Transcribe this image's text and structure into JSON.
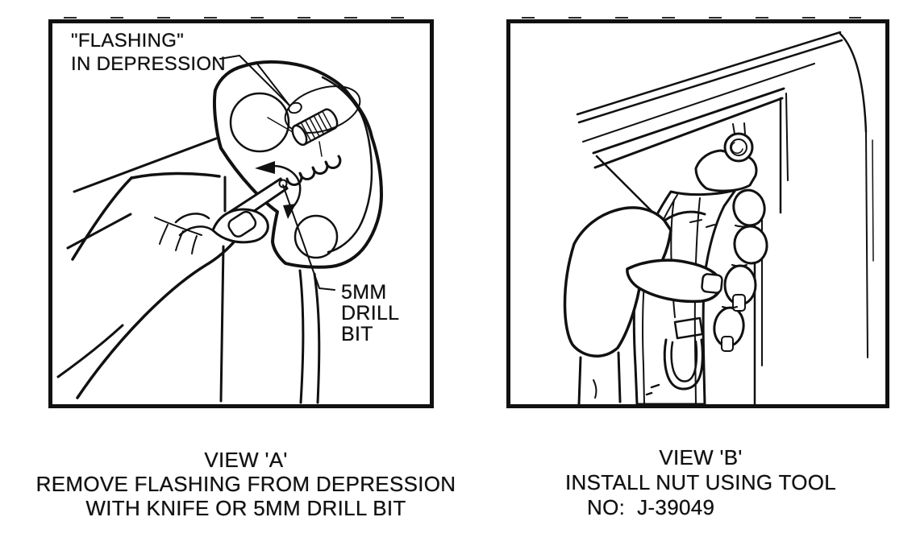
{
  "page": {
    "background": "#ffffff",
    "ink": "#111111",
    "description": "Service manual figure: two line-art views"
  },
  "view_a": {
    "annotations": {
      "flashing_label_line1": "\"FLASHING\"",
      "flashing_label_line2": "IN DEPRESSION",
      "drill_label_line1": "5MM",
      "drill_label_line2": "DRILL",
      "drill_label_line3": "BIT"
    },
    "caption": {
      "title": "VIEW 'A'",
      "line2": "REMOVE FLASHING FROM DEPRESSION",
      "line3": "WITH KNIFE OR 5MM DRILL BIT"
    }
  },
  "view_b": {
    "caption": {
      "title": "VIEW 'B'",
      "line2": "INSTALL NUT USING TOOL",
      "line3": "NO:  J-39049"
    }
  }
}
